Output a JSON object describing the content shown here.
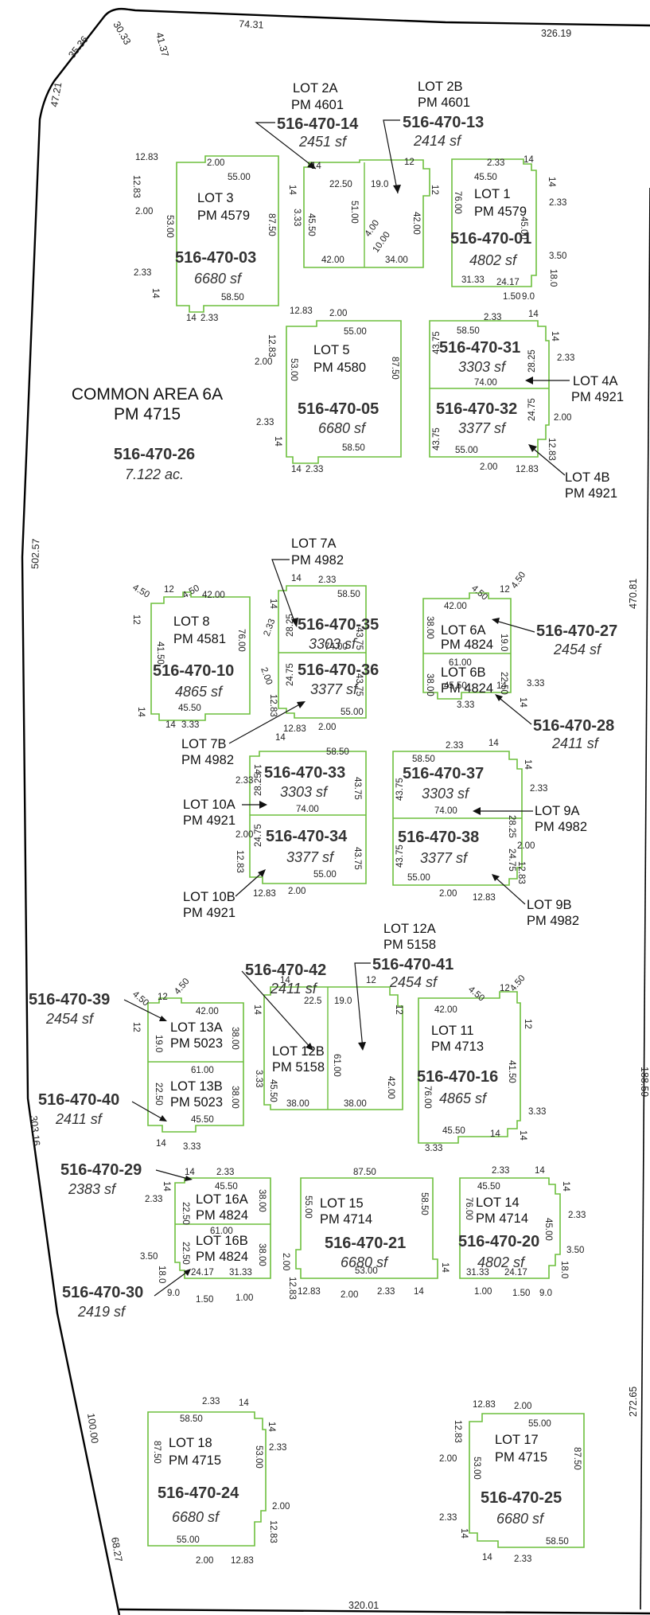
{
  "boundary": {
    "bearings": [
      "74.31",
      "326.19",
      "35.36",
      "30.33",
      "41.37",
      "47.21",
      "502.57",
      "470.81",
      "188.59",
      "303.16",
      "272.65",
      "100.00",
      "68.27",
      "320.01"
    ]
  },
  "common_area": {
    "name": "COMMON AREA 6A",
    "pm": "PM 4715",
    "apn": "516-470-26",
    "area": "7.122 ac."
  },
  "lots": {
    "lot2a": {
      "name": "LOT 2A",
      "pm": "PM 4601",
      "apn": "516-470-14",
      "area": "2451 sf"
    },
    "lot2b": {
      "name": "LOT 2B",
      "pm": "PM 4601",
      "apn": "516-470-13",
      "area": "2414 sf"
    },
    "lot3": {
      "name": "LOT 3",
      "pm": "PM 4579",
      "apn": "516-470-03",
      "area": "6680 sf"
    },
    "lot1": {
      "name": "LOT 1",
      "pm": "PM 4579",
      "apn": "516-470-01",
      "area": "4802 sf"
    },
    "lot5": {
      "name": "LOT 5",
      "pm": "PM 4580",
      "apn": "516-470-05",
      "area": "6680 sf"
    },
    "lot4a": {
      "name": "LOT 4A",
      "pm": "PM 4921",
      "apn": "516-470-31",
      "area": "3303 sf"
    },
    "lot4b": {
      "name": "LOT 4B",
      "pm": "PM 4921",
      "apn": "516-470-32",
      "area": "3377 sf"
    },
    "lot8": {
      "name": "LOT 8",
      "pm": "PM 4581",
      "apn": "516-470-10",
      "area": "4865 sf"
    },
    "lot7a": {
      "name": "LOT 7A",
      "pm": "PM 4982",
      "apn": "516-470-35",
      "area": "3303 sf"
    },
    "lot7b": {
      "name": "LOT 7B",
      "pm": "PM 4982",
      "apn": "516-470-36",
      "area": "3377 sf"
    },
    "lot6a": {
      "name": "LOT 6A",
      "pm": "PM 4824",
      "apn": "516-470-27",
      "area": "2454 sf"
    },
    "lot6b": {
      "name": "LOT 6B",
      "pm": "PM 4824",
      "apn": "516-470-28",
      "area": "2411 sf"
    },
    "lot10a": {
      "name": "LOT 10A",
      "pm": "PM 4921",
      "apn": "516-470-33",
      "area": "3303 sf"
    },
    "lot10b": {
      "name": "LOT 10B",
      "pm": "PM 4921",
      "apn": "516-470-34",
      "area": "3377 sf"
    },
    "lot9a": {
      "name": "LOT 9A",
      "pm": "PM 4982",
      "apn": "516-470-37",
      "area": "3303 sf"
    },
    "lot9b": {
      "name": "LOT 9B",
      "pm": "PM 4982",
      "apn": "516-470-38",
      "area": "3377 sf"
    },
    "lot12a": {
      "name": "LOT 12A",
      "pm": "PM 5158",
      "apn": "516-470-41",
      "area": "2454 sf"
    },
    "lot12b": {
      "name": "LOT 12B",
      "pm": "PM 5158",
      "apn": "516-470-42",
      "area": "2411 sf"
    },
    "lot13a": {
      "name": "LOT 13A",
      "pm": "PM 5023",
      "apn": "516-470-39",
      "area": "2454 sf"
    },
    "lot13b": {
      "name": "LOT 13B",
      "pm": "PM 5023",
      "apn": "516-470-40",
      "area": "2411 sf"
    },
    "lot11": {
      "name": "LOT 11",
      "pm": "PM 4713",
      "apn": "516-470-16",
      "area": "4865 sf"
    },
    "lot16a": {
      "name": "LOT 16A",
      "pm": "PM 4824",
      "apn": "516-470-29",
      "area": "2383 sf"
    },
    "lot16b": {
      "name": "LOT 16B",
      "pm": "PM 4824",
      "apn": "516-470-30",
      "area": "2419 sf"
    },
    "lot15": {
      "name": "LOT 15",
      "pm": "PM 4714",
      "apn": "516-470-21",
      "area": "6680 sf"
    },
    "lot14": {
      "name": "LOT 14",
      "pm": "PM 4714",
      "apn": "516-470-20",
      "area": "4802 sf"
    },
    "lot18": {
      "name": "LOT 18",
      "pm": "PM 4715",
      "apn": "516-470-24",
      "area": "6680 sf"
    },
    "lot17": {
      "name": "LOT 17",
      "pm": "PM 4715",
      "apn": "516-470-25",
      "area": "6680 sf"
    }
  },
  "dims": {
    "d12_83": "12.83",
    "d2_00": "2.00",
    "d55_00": "55.00",
    "d53_00": "53.00",
    "d87_50": "87.50",
    "d2_33": "2.33",
    "d14": "14",
    "d58_50": "58.50",
    "d12": "12",
    "d22_50": "22.50",
    "d19_0": "19.0",
    "d51_00": "51.00",
    "d42_00": "42.00",
    "d45_50": "45.50",
    "d3_33": "3.33",
    "d4_00": "4.00",
    "d10_00": "10.00",
    "d34_00": "34.00",
    "d76_00": "76.00",
    "d45_00": "45.00",
    "d3_50": "3.50",
    "d18_0": "18.0",
    "d31_33": "31.33",
    "d24_17": "24.17",
    "d1_50": "1.50",
    "d9_0": "9.0",
    "d43_75": "43.75",
    "d28_25": "28.25",
    "d74_00": "74.00",
    "d24_75": "24.75",
    "d4_50": "4.50",
    "d41_50": "41.50",
    "d38_00": "38.00",
    "d61_00": "61.00",
    "d22_5": "22.5",
    "d1_00": "1.00"
  }
}
